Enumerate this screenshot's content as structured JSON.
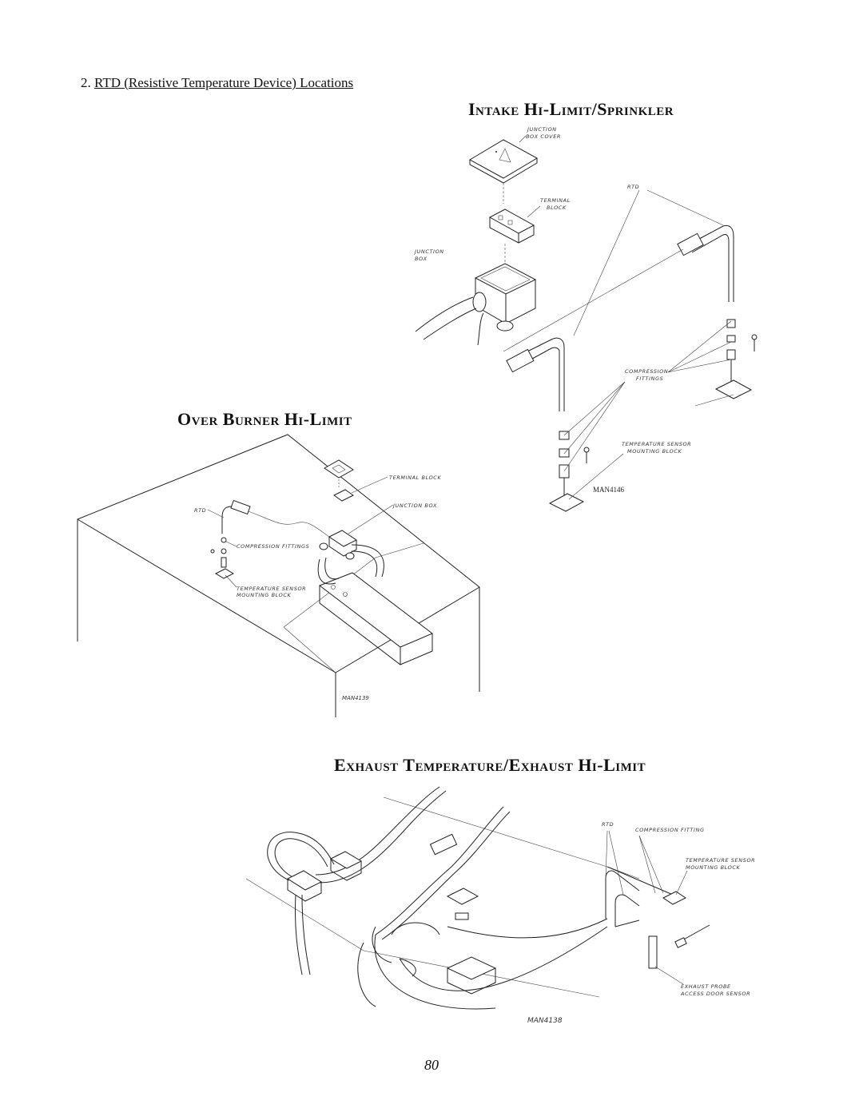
{
  "section": {
    "number": "2.",
    "heading": "RTD (Resistive Temperature Device) Locations"
  },
  "diagrams": {
    "intake": {
      "title": "Intake Hi-Limit/Sprinkler",
      "labels": {
        "junction_box_cover_1": "JUNCTION",
        "junction_box_cover_2": "BOX COVER",
        "terminal_block_1": "TERMINAL",
        "terminal_block_2": "BLOCK",
        "junction_box_1": "JUNCTION",
        "junction_box_2": "BOX",
        "rtd": "RTD",
        "compression_1": "COMPRESSION",
        "compression_2": "FITTINGS",
        "temp_sensor_1": "TEMPERATURE SENSOR",
        "temp_sensor_2": "MOUNTING BLOCK"
      },
      "figure_id": "MAN4146"
    },
    "over_burner": {
      "title": "Over Burner Hi-Limit",
      "labels": {
        "terminal_block": "TERMINAL BLOCK",
        "junction_box": "JUNCTION BOX",
        "rtd": "RTD",
        "compression": "COMPRESSION FITTINGS",
        "temp_sensor_1": "TEMPERATURE SENSOR",
        "temp_sensor_2": "MOUNTING BLOCK"
      },
      "figure_id": "MAN4139"
    },
    "exhaust": {
      "title": "Exhaust Temperature/Exhaust Hi-Limit",
      "labels": {
        "rtd": "RTD",
        "compression": "COMPRESSION FITTING",
        "temp_sensor_1": "TEMPERATURE SENSOR",
        "temp_sensor_2": "MOUNTING BLOCK",
        "probe_1": "EXHAUST PROBE",
        "probe_2": "ACCESS DOOR SENSOR"
      },
      "figure_id": "MAN4138"
    }
  },
  "page_number": "80"
}
